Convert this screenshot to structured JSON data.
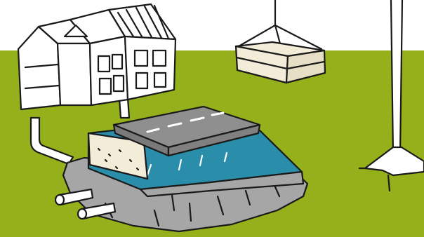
{
  "scene": {
    "colors": {
      "sky": "#ffffff",
      "grass": "#94b01b",
      "asphalt": "#8f8f8f",
      "road_marking": "#ffffff",
      "water": "#2a8eaa",
      "sand": "#f2ecd8",
      "base_grey": "#a6a6a6",
      "house": "#ffffff",
      "ink": "#1a1a1a"
    },
    "elements": [
      "row-houses-illustration",
      "drain-pipes",
      "layered-road-and-water-storage-block",
      "stacked-layer-crate-on-cable",
      "tower-mast"
    ]
  }
}
